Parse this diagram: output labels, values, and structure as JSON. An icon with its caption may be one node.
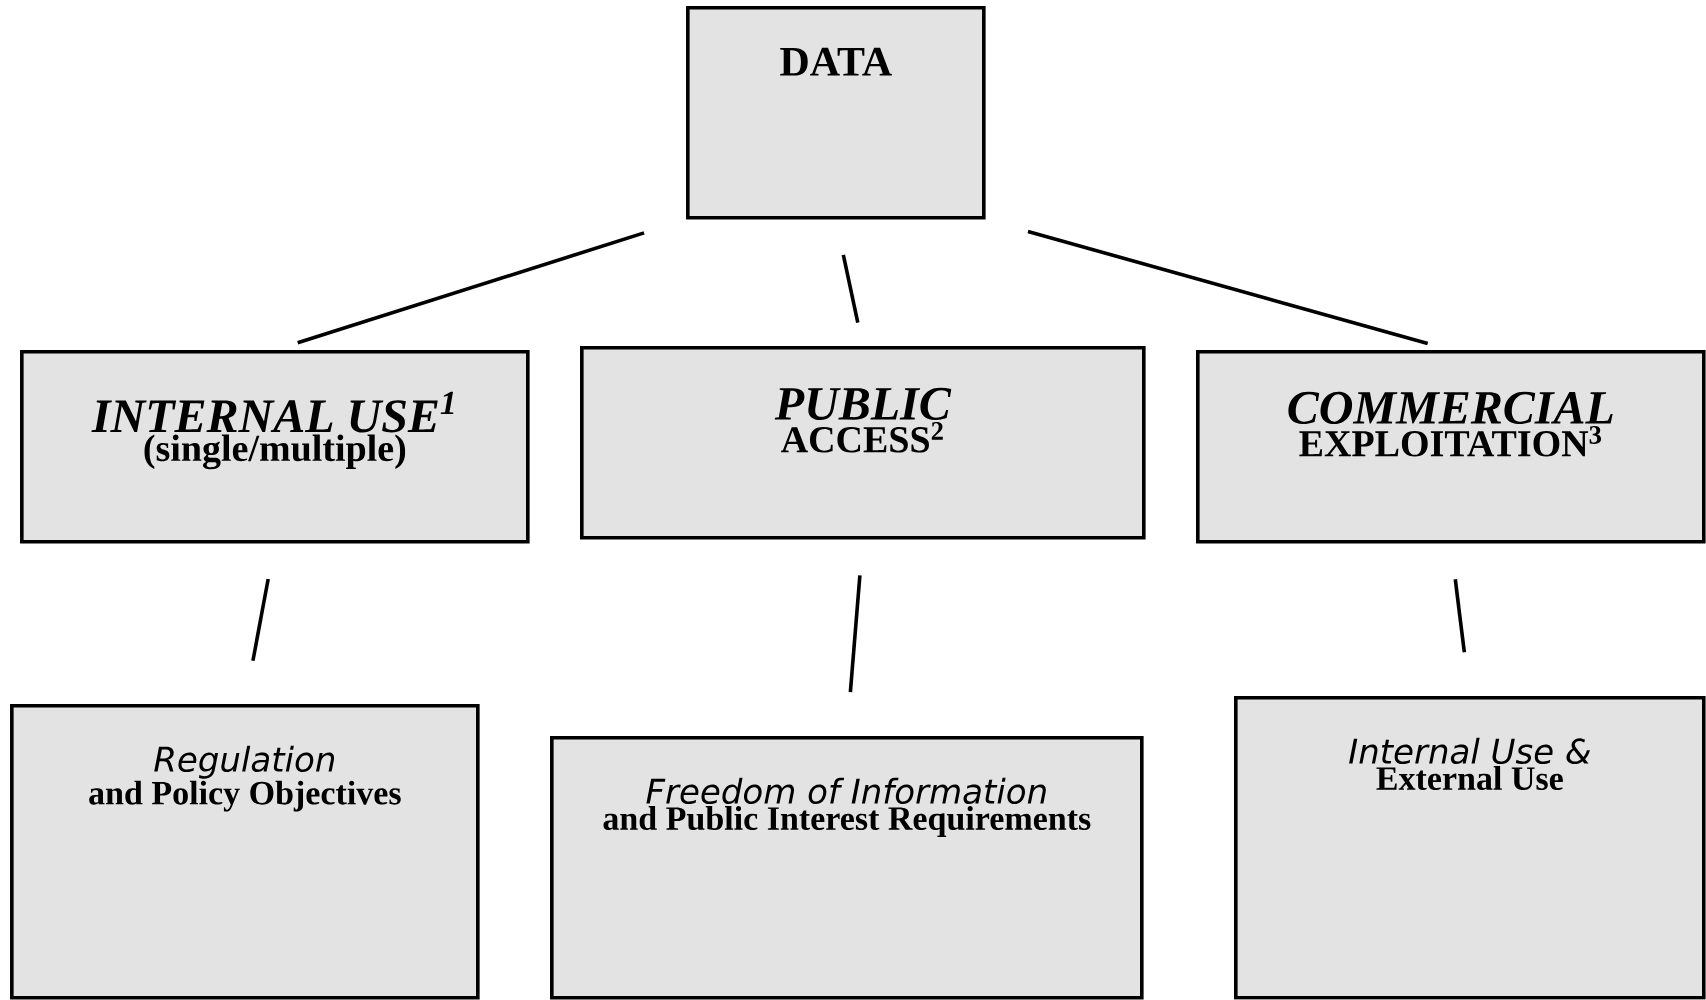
{
  "diagram": {
    "nodes": [
      {
        "text": [
          "DATA"
        ]
      },
      {
        "text": [
          "INTERNAL USE$^{1}$",
          "(single/multiple)"
        ]
      },
      {
        "text": [
          "PUBLIC",
          "ACCESS$^{2}$"
        ]
      },
      {
        "text": [
          "COMMERCIAL",
          "EXPLOITATION$^{3}$"
        ]
      },
      {
        "text": [
          "Regulation",
          "and Policy Objectives"
        ]
      },
      {
        "text": [
          "Freedom of Information",
          "and Public Interest Requirements"
        ]
      },
      {
        "text": [
          "Internal Use &",
          "External Use"
        ]
      }
    ],
    "edges": [
      {
        "from": 0,
        "to": 1,
        "arrow": "none"
      },
      {
        "from": 0,
        "to": 2,
        "arrow": "none"
      },
      {
        "from": 0,
        "to": 3,
        "arrow": "none"
      },
      {
        "from": 1,
        "to": 4,
        "arrow": "none"
      },
      {
        "from": 2,
        "to": 5,
        "arrow": "none"
      },
      {
        "from": 3,
        "to": 6,
        "arrow": "none"
      }
    ]
  }
}
